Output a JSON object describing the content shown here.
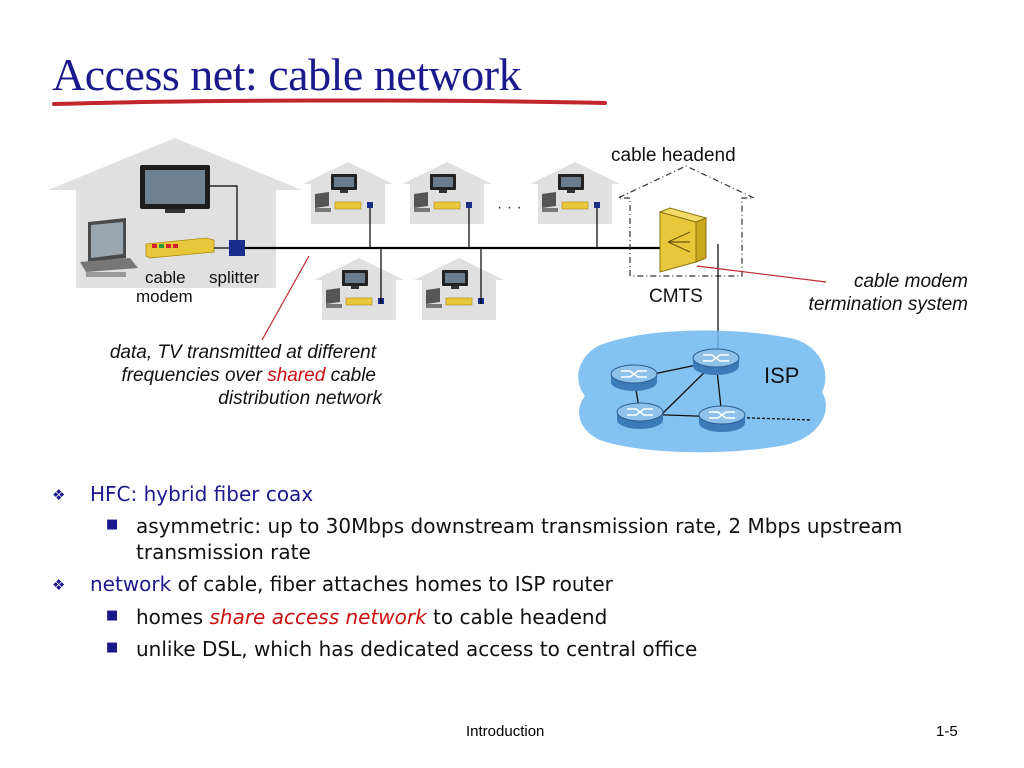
{
  "slide": {
    "title": "Access net: cable network",
    "colors": {
      "title": "#1a1a8c",
      "underline": "#c0262c",
      "highlight": "#cc1111",
      "isp_cloud": "#6fb8ef"
    }
  },
  "diagram": {
    "cable_headend": "cable headend",
    "cable": "cable",
    "modem": "modem",
    "splitter": "splitter",
    "ellipsis": "· · ·",
    "cmts": "CMTS",
    "cmts_desc_line1": "cable modem",
    "cmts_desc_line2": "termination system",
    "isp": "ISP",
    "caption_line1": "data, TV transmitted at different",
    "caption_line2_pre": "frequencies over ",
    "caption_line2_em": "shared",
    "caption_line2_post": " cable",
    "caption_line3": "distribution network"
  },
  "bullets": {
    "b1_term": "HFC:",
    "b1_text": " hybrid fiber coax",
    "b1_sub1_line1": "asymmetric: up to 30Mbps downstream transmission rate, 2 Mbps upstream",
    "b1_sub1_line2": "transmission rate",
    "b2_term": "network",
    "b2_text": " of cable, fiber attaches homes to ISP router",
    "b2_sub1_pre": "homes ",
    "b2_sub1_em": "share access network",
    "b2_sub1_post": " to cable headend",
    "b2_sub2": "unlike DSL, which has dedicated access to central office"
  },
  "footer": {
    "center": "Introduction",
    "page": "1-5"
  }
}
